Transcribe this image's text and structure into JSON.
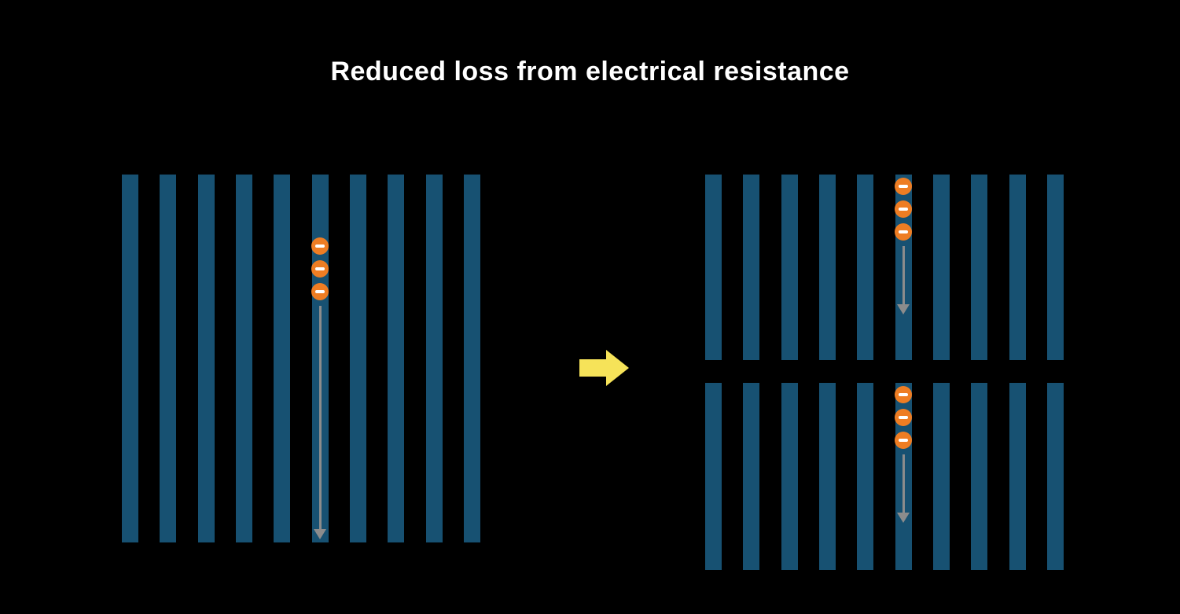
{
  "title": "Reduced loss from electrical resistance",
  "colors": {
    "background": "#000000",
    "title_text": "#ffffff",
    "bar": "#175172",
    "electron": "#ee7d23",
    "electron_minus": "#ffffff",
    "flow_arrow": "#8c8c8c",
    "transform_arrow": "#f6e359"
  },
  "full_cell": {
    "bar_count": 10,
    "electron_count": 3
  },
  "half_cell_top": {
    "bar_count": 10,
    "electron_count": 3
  },
  "half_cell_bottom": {
    "bar_count": 10,
    "electron_count": 3
  }
}
